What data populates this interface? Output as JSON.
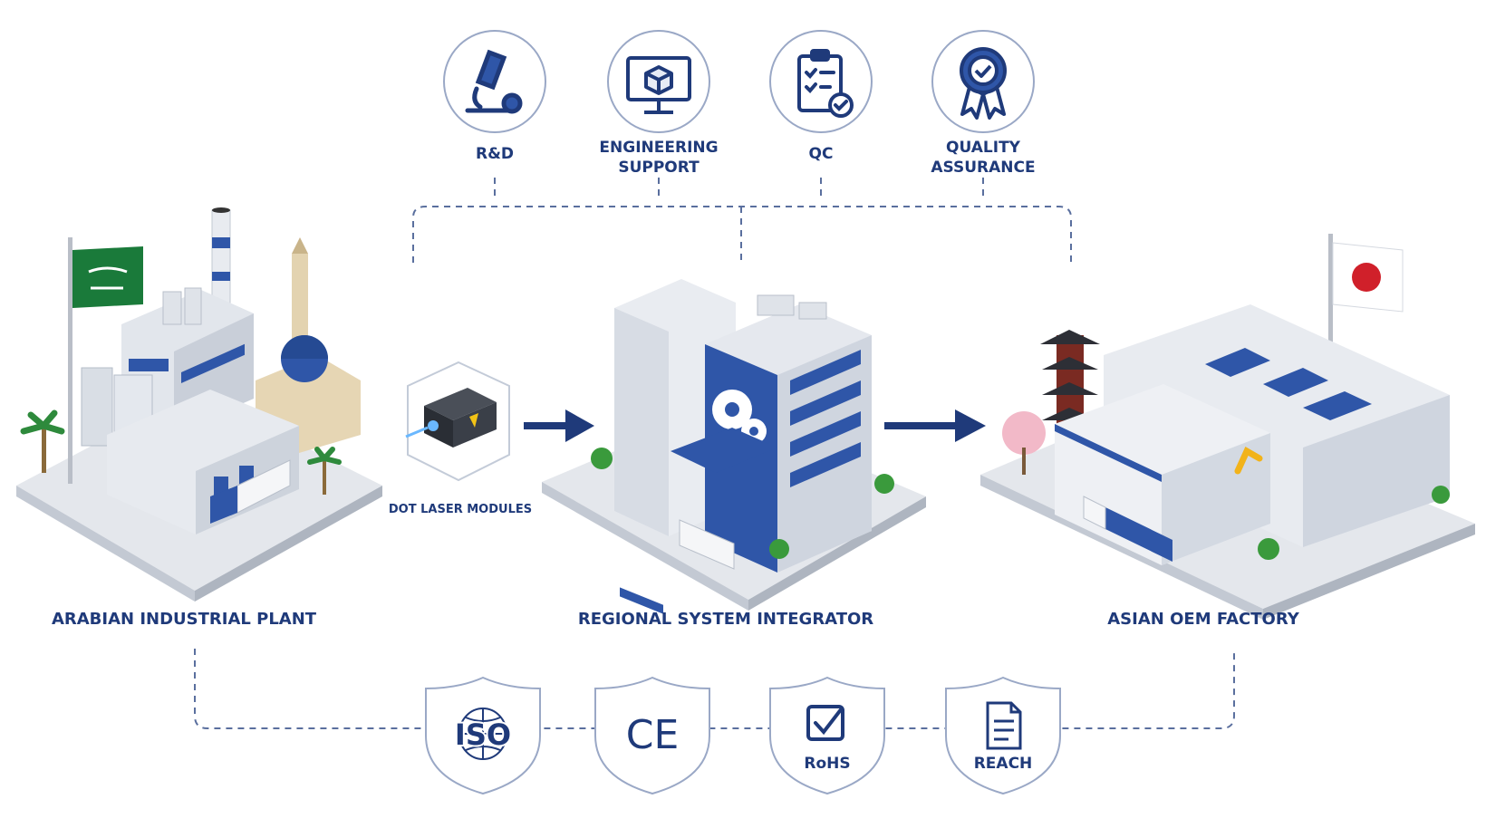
{
  "colors": {
    "primary": "#1f3a7a",
    "dash": "#5a6f9e",
    "saudi_green": "#1a7a3a",
    "japan_red": "#d0202a",
    "building_gray": "#d8dde6",
    "glass_blue": "#2f56a8"
  },
  "services": [
    {
      "icon": "microscope-gear-icon",
      "label_lines": [
        "R&D"
      ]
    },
    {
      "icon": "monitor-cube-icon",
      "label_lines": [
        "ENGINEERING",
        "SUPPORT"
      ]
    },
    {
      "icon": "clipboard-check-icon",
      "label_lines": [
        "QC"
      ]
    },
    {
      "icon": "award-ribbon-icon",
      "label_lines": [
        "QUALITY",
        "ASSURANCE"
      ]
    }
  ],
  "product": {
    "icon": "laser-module-icon",
    "label": "DOT LASER MODULES"
  },
  "facilities": [
    {
      "id": "arabian",
      "label": "ARABIAN INDUSTRIAL PLANT"
    },
    {
      "id": "integrator",
      "label": "REGIONAL SYSTEM INTEGRATOR"
    },
    {
      "id": "asian",
      "label": "ASIAN OEM FACTORY"
    }
  ],
  "certifications": [
    {
      "icon": "iso-shield-icon",
      "text": "ISO"
    },
    {
      "icon": "ce-shield-icon",
      "text": "CE"
    },
    {
      "icon": "rohs-shield-icon",
      "text": "RoHS"
    },
    {
      "icon": "reach-shield-icon",
      "text": "REACH"
    }
  ]
}
